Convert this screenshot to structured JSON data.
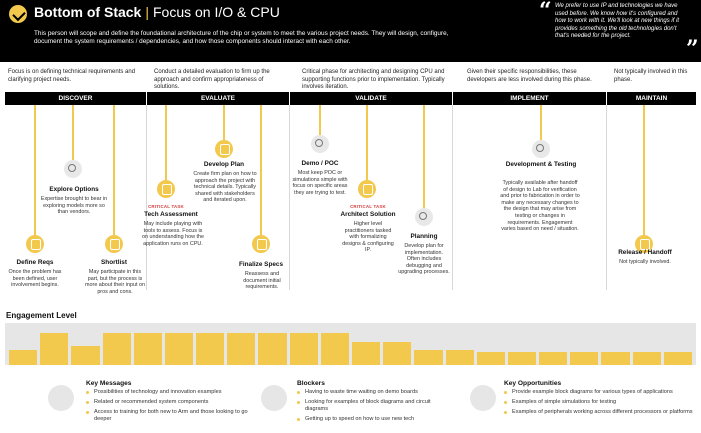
{
  "header": {
    "title_bold": "Bottom of Stack",
    "title_sep": "|",
    "title_rest": "Focus on I/O & CPU",
    "description": "This person will scope and define the foundational architecture of the chip or system to meet the various project needs. They will design, configure, document the system requirements / dependencies, and how those components should interact with each other.",
    "quote": "We prefer to use IP and technologies we have used before. We know how it's configured and how to work with it. We'll look at new things if it provides something the old technologies don't that's needed for the project."
  },
  "phases": [
    {
      "label": "DISCOVER",
      "intro": "Focus is on defining technical requirements and clarifying project needs."
    },
    {
      "label": "EVALUATE",
      "intro": "Conduct a detailed evaluation to firm up the approach and confirm appropriateness of solutions."
    },
    {
      "label": "VALIDATE",
      "intro": "Critical phase for architecting and designing CPU and supporting functions prior to implementation. Typically involves iteration."
    },
    {
      "label": "IMPLEMENT",
      "intro": "Given their specific responsibilities, these developers are less involved during this phase."
    },
    {
      "label": "MAINTAIN",
      "intro": "Not typically involved in this phase."
    }
  ],
  "critical_label": "CRITICAL TASK",
  "activities": [
    {
      "title": "Explore Options",
      "desc": "Expertise brought to bear in exploring models more so than vendors.",
      "icon": "magnifier-icon"
    },
    {
      "title": "Define Reqs",
      "desc": "Once the problem has been defined, user involvement begins.",
      "icon": "document-icon"
    },
    {
      "title": "Shortlist",
      "desc": "May participate in this part, but the process is more about their input on pros and cons.",
      "icon": "list-icon"
    },
    {
      "title": "Develop Plan",
      "desc": "Create firm plan on how to approach the project with technical details. Typically shared with stakeholders and iterated upon.",
      "icon": "pencil-icon"
    },
    {
      "title": "Tech Assessment",
      "desc": "May include playing with tools to assess. Focus is on understanding how the application runs on CPU.",
      "icon": "chip-icon"
    },
    {
      "title": "Finalize Specs",
      "desc": "Reassess and document initial requirements.",
      "icon": "document-icon"
    },
    {
      "title": "Demo / POC",
      "desc": "Most keep POC or simulations simple with focus on specific areas they are trying to test.",
      "icon": "monitor-icon"
    },
    {
      "title": "Architect Solution",
      "desc": "Higher level practitioners tasked with formalizing designs & configuring IP.",
      "icon": "chip-icon"
    },
    {
      "title": "Planning",
      "desc": "Develop plan for implementation. Often includes debugging and upgrading processes.",
      "icon": "clipboard-icon"
    },
    {
      "title": "Development & Testing",
      "desc": "Typically available after handoff of design to Lab for verification and prior to fabrication in order to make any necessary changes to the design that may arise from testing or changes in requirements. Engagement varies based on need / situation.",
      "icon": "gear-icon"
    },
    {
      "title": "Release / Handoff",
      "desc": "Not typically involved.",
      "icon": "flag-icon"
    }
  ],
  "engagement": {
    "title": "Engagement Level",
    "levels": [
      0.35,
      0.75,
      0.45,
      0.75,
      0.75,
      0.75,
      0.75,
      0.75,
      0.75,
      0.75,
      0.75,
      0.55,
      0.55,
      0.35,
      0.35,
      0.3,
      0.3,
      0.3,
      0.3,
      0.3,
      0.3,
      0.3
    ]
  },
  "bottom": {
    "messages": {
      "title": "Key Messages",
      "items": [
        "Possibilities of technology and innovation examples",
        "Related or recommended system components",
        "Access to training for both new to Arm and those looking to go deeper"
      ],
      "icon": "megaphone-icon"
    },
    "blockers": {
      "title": "Blockers",
      "items": [
        "Having to waste time waiting on demo boards",
        "Looking for examples of block diagrams and circuit diagrams",
        "Getting up to speed on how to use new tech"
      ],
      "icon": "hand-stop-icon"
    },
    "opportunities": {
      "title": "Key Opportunities",
      "items": [
        "Provide example block diagrams for various types of applications",
        "Examples of simple simulations for testing",
        "Examples of peripherals working across different processors or platforms"
      ],
      "icon": "trophy-icon"
    }
  },
  "colors": {
    "accent": "#f2c94c",
    "header_bg": "#000000",
    "critical": "#d63b3b"
  }
}
